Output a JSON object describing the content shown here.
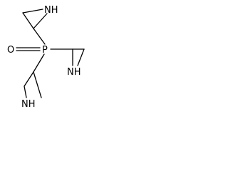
{
  "structure": {
    "phosphorus": {
      "label": "P"
    },
    "oxygen": {
      "label": "O"
    },
    "aziridines": [
      {
        "nitrogen": {
          "label": "NH"
        }
      },
      {
        "nitrogen": {
          "label": "NH"
        }
      },
      {
        "nitrogen": {
          "label": "NH"
        }
      }
    ]
  },
  "colors": {
    "bond": "#000000",
    "label": "#000000",
    "background": "#ffffff"
  }
}
